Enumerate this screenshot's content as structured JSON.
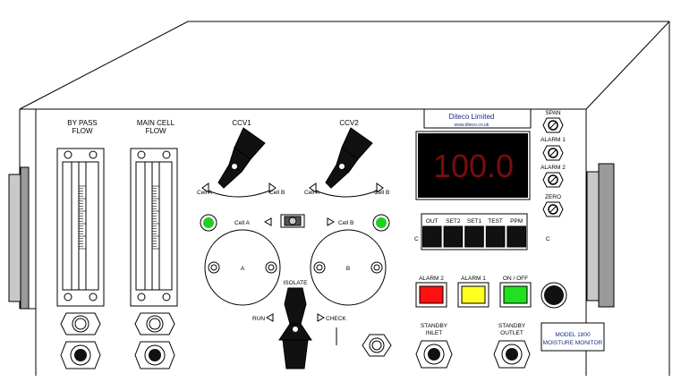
{
  "flow_meters": {
    "bypass_label_1": "BY PASS",
    "bypass_label_2": "FLOW",
    "main_label_1": "MAIN CELL",
    "main_label_2": "FLOW"
  },
  "valves": {
    "ccv1_label": "CCV1",
    "ccv2_label": "CCV2",
    "ccv1_cell_a": "Cell A",
    "ccv1_cell_b": "Cell B",
    "ccv2_cell_a": "Cell A",
    "ccv2_cell_b": "Cell B"
  },
  "cells": {
    "cell_a_indicator": "Cell A",
    "cell_b_indicator": "Cell B",
    "cell_a_label": "A",
    "cell_b_label": "B",
    "isolate_label": "ISOLATE",
    "run_label": "RUN",
    "check_label": "CHECK"
  },
  "brand": {
    "company": "Diteco Limited",
    "website": "www.diteco.co.uk"
  },
  "display": {
    "value": "100.0",
    "color": "#7a0d0d"
  },
  "calibration": {
    "span": "SPAN",
    "alarm1": "ALARM 1",
    "alarm2": "ALARM 2",
    "zero": "ZERO"
  },
  "mode_strip": {
    "c_left": "C",
    "c_right": "C",
    "labels": [
      "OUT",
      "SET2",
      "SET1",
      "TEST",
      "PPM"
    ]
  },
  "alarm_buttons": {
    "alarm2_label": "ALARM 2",
    "alarm1_label": "ALARM 1",
    "onoff_label": "ON / OFF",
    "alarm2_color": "#ff1010",
    "alarm1_color": "#ffff20",
    "onoff_color": "#20e020"
  },
  "ports": {
    "standby_inlet_1": "STANDBY",
    "standby_inlet_2": "INLET",
    "standby_outlet_1": "STANDBY",
    "standby_outlet_2": "OUTLET"
  },
  "model": {
    "line1": "MODEL 1800",
    "line2": "MOISTURE MONITOR"
  }
}
